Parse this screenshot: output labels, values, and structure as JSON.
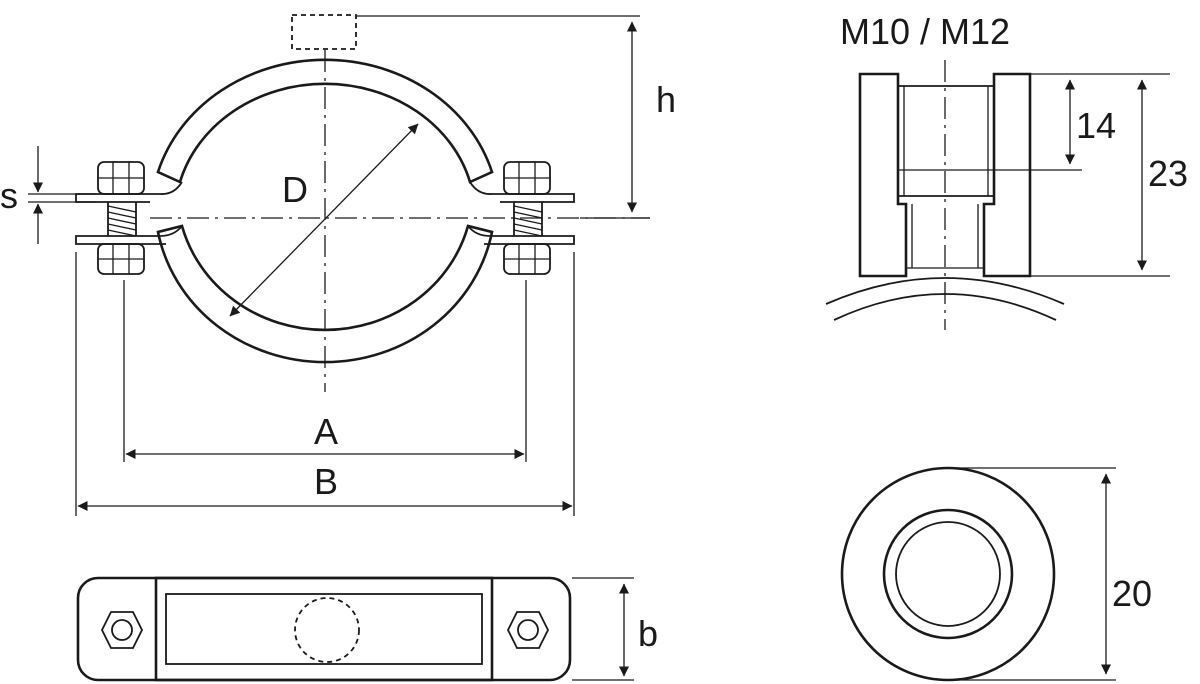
{
  "labels": {
    "h": "h",
    "s": "s",
    "D": "D",
    "A": "A",
    "B": "B",
    "b": "b",
    "thread": "M10 / M12",
    "dim_14": "14",
    "dim_23": "23",
    "dim_20": "20"
  },
  "colors": {
    "line": "#1a1a1a",
    "liner": "#8c8c8c",
    "background": "#ffffff"
  }
}
